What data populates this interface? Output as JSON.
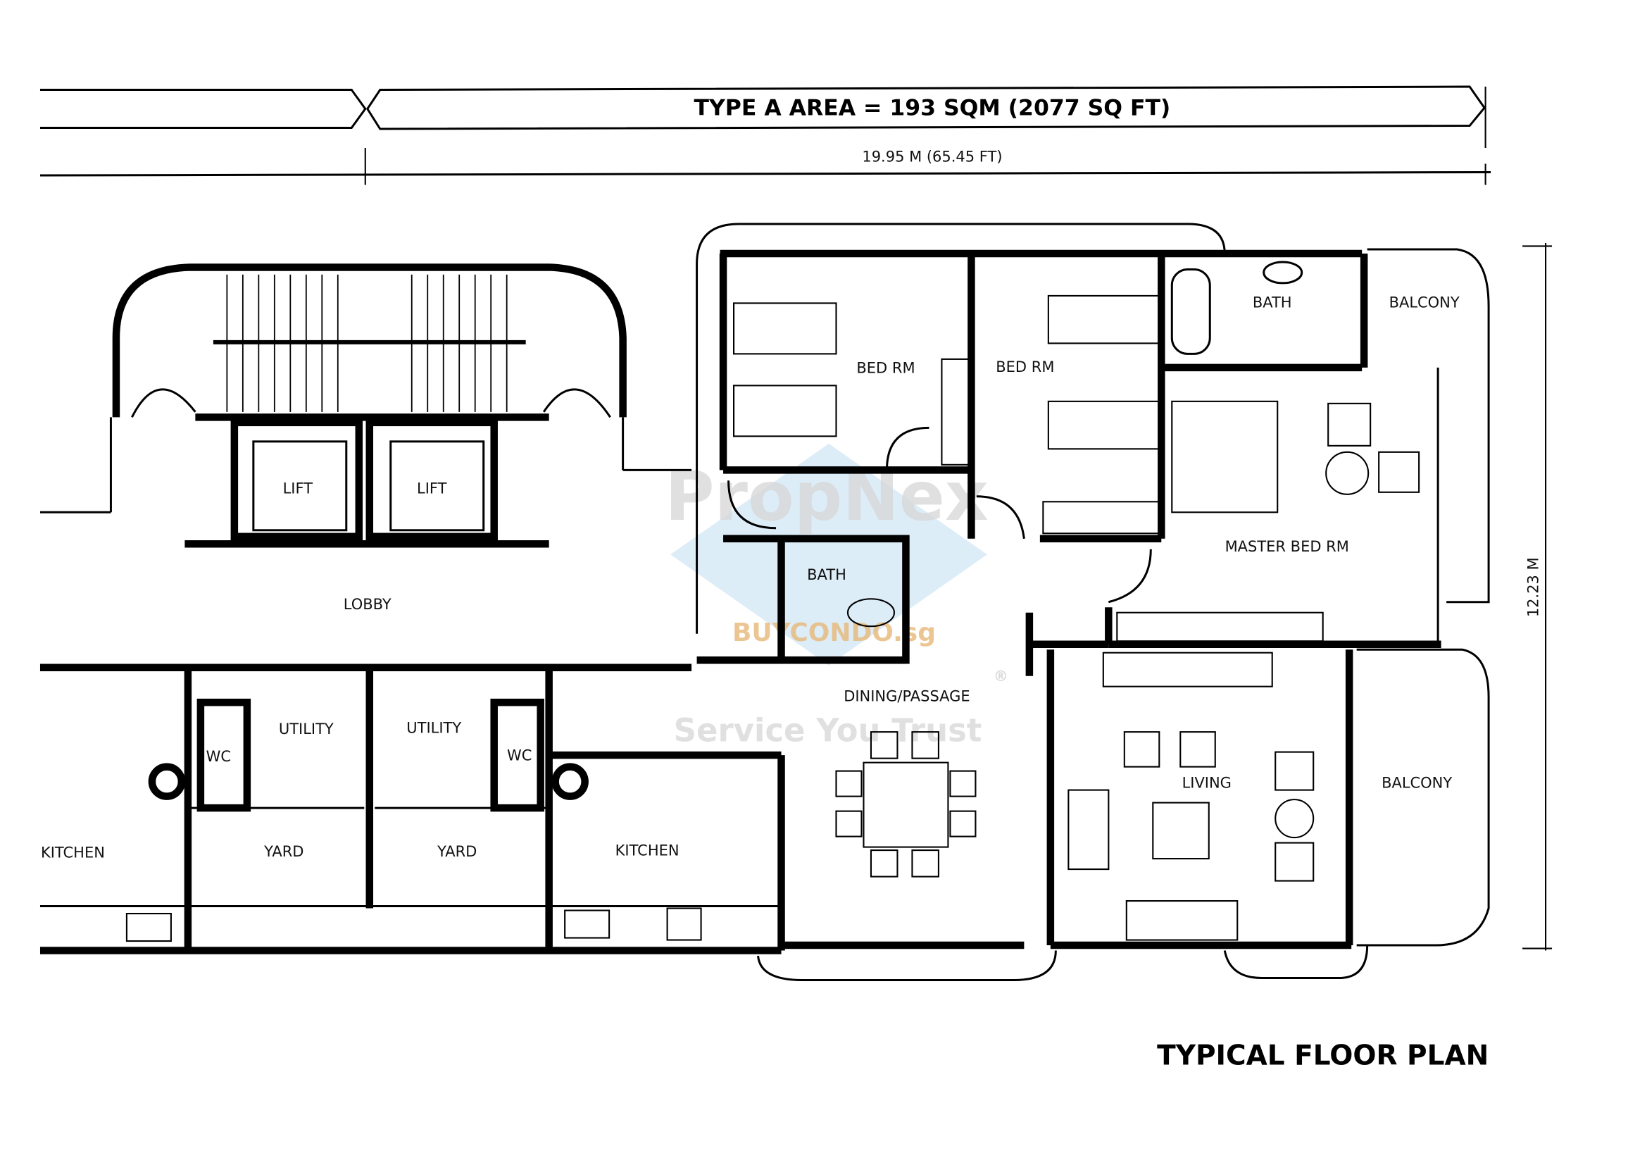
{
  "header": {
    "area_label": "TYPE A AREA = 193 SQM (2077 SQ FT)",
    "width_dimension": "19.95 M (65.45 FT)",
    "depth_dimension": "12.23 M"
  },
  "rooms": {
    "lift_1": "LIFT",
    "lift_2": "LIFT",
    "lobby": "LOBBY",
    "bed_rm_1": "BED RM",
    "bed_rm_2": "BED RM",
    "bath_master": "BATH",
    "balcony_top": "BALCONY",
    "master_bed_rm": "MASTER BED RM",
    "bath_common": "BATH",
    "dining_passage": "DINING/PASSAGE",
    "living": "LIVING",
    "balcony_right": "BALCONY",
    "utility_1": "UTILITY",
    "utility_2": "UTILITY",
    "wc_1": "WC",
    "wc_2": "WC",
    "kitchen_left": "KITCHEN",
    "yard_1": "YARD",
    "yard_2": "YARD",
    "kitchen_right": "KITCHEN"
  },
  "footer": {
    "plan_title": "TYPICAL FLOOR PLAN"
  },
  "watermark": {
    "brand": "PropNex",
    "site": "BUYCONDO.sg",
    "tagline": "Service You Trust",
    "registered": "®",
    "colors": {
      "diamond": "#cfe6f5",
      "text": "#d9d9d9",
      "orange": "#e8b878"
    }
  }
}
